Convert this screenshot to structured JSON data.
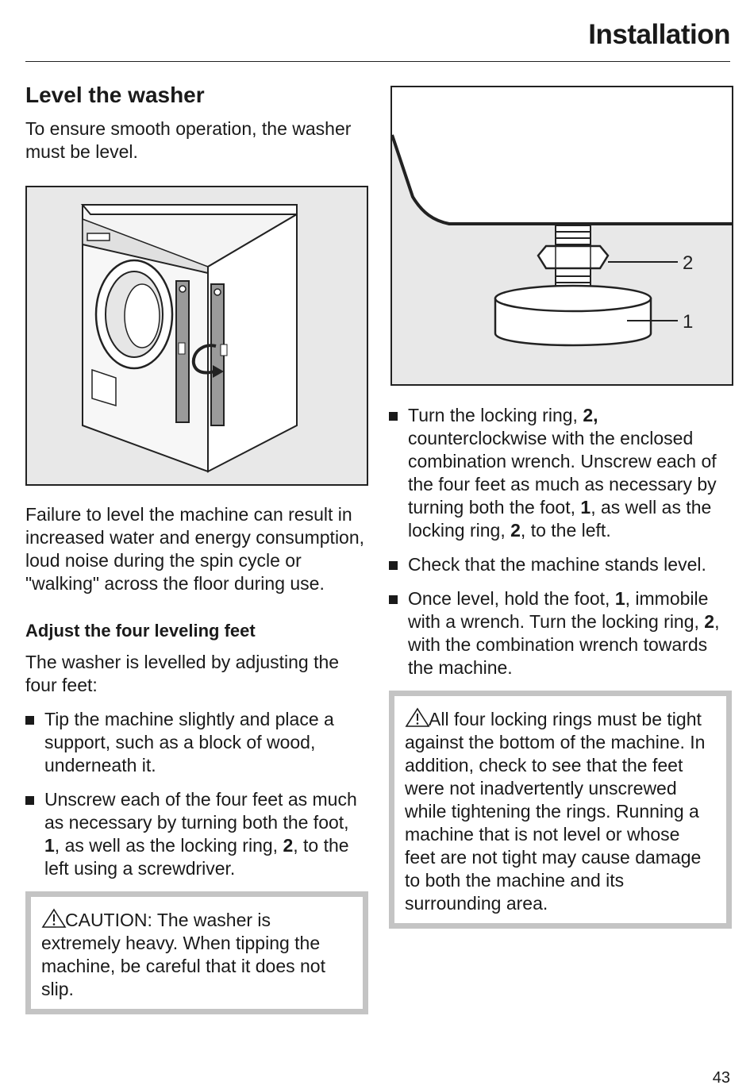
{
  "header": {
    "section_title": "Installation"
  },
  "left": {
    "title": "Level the washer",
    "intro": "To ensure smooth operation, the washer must be level.",
    "failure_text": "Failure to level the machine can result in increased water and energy consumption, loud noise during the spin cycle or \"walking\" across the floor during use.",
    "subheading": "Adjust the four leveling feet",
    "feet_intro": "The washer is levelled by adjusting the four feet:",
    "bullets": [
      {
        "text": "Tip the machine slightly and place a support, such as a block of wood, underneath it."
      },
      {
        "pre": "Unscrew each of the four feet as much as necessary by turning both the foot, ",
        "b1": "1",
        "mid": ", as well as the locking ring, ",
        "b2": "2",
        "post": ", to the left using a screwdriver."
      }
    ],
    "caution": "CAUTION: The washer is extremely heavy. When tipping the machine, be careful that it does not slip."
  },
  "right": {
    "figure_labels": {
      "ring": "2",
      "foot": "1"
    },
    "bullets": [
      {
        "pre": "Turn the locking ring, ",
        "b1": "2,",
        "mid": " counterclockwise with the enclosed combination wrench. Unscrew each of the four feet as much as necessary by turning both the foot, ",
        "b2": "1",
        "mid2": ", as well as the locking ring, ",
        "b3": "2",
        "post": ", to the left."
      },
      {
        "text": "Check that the machine stands level."
      },
      {
        "pre": "Once level, hold the foot, ",
        "b1": "1",
        "mid": ", immobile with a wrench. Turn the locking ring, ",
        "b2": "2",
        "post": ", with the combination wrench towards the machine."
      }
    ],
    "warning": "All four locking rings must be tight against the bottom of the machine. In addition, check to see that the feet were not inadvertently unscrewed while tightening the rings. Running a machine that is not level or whose feet are not tight may cause damage to both the machine and its surrounding area."
  },
  "page_number": "43",
  "colors": {
    "box_border": "#c4c4c4",
    "figure_bg": "#e8e8e8",
    "part_grey": "#9a9a9a"
  }
}
